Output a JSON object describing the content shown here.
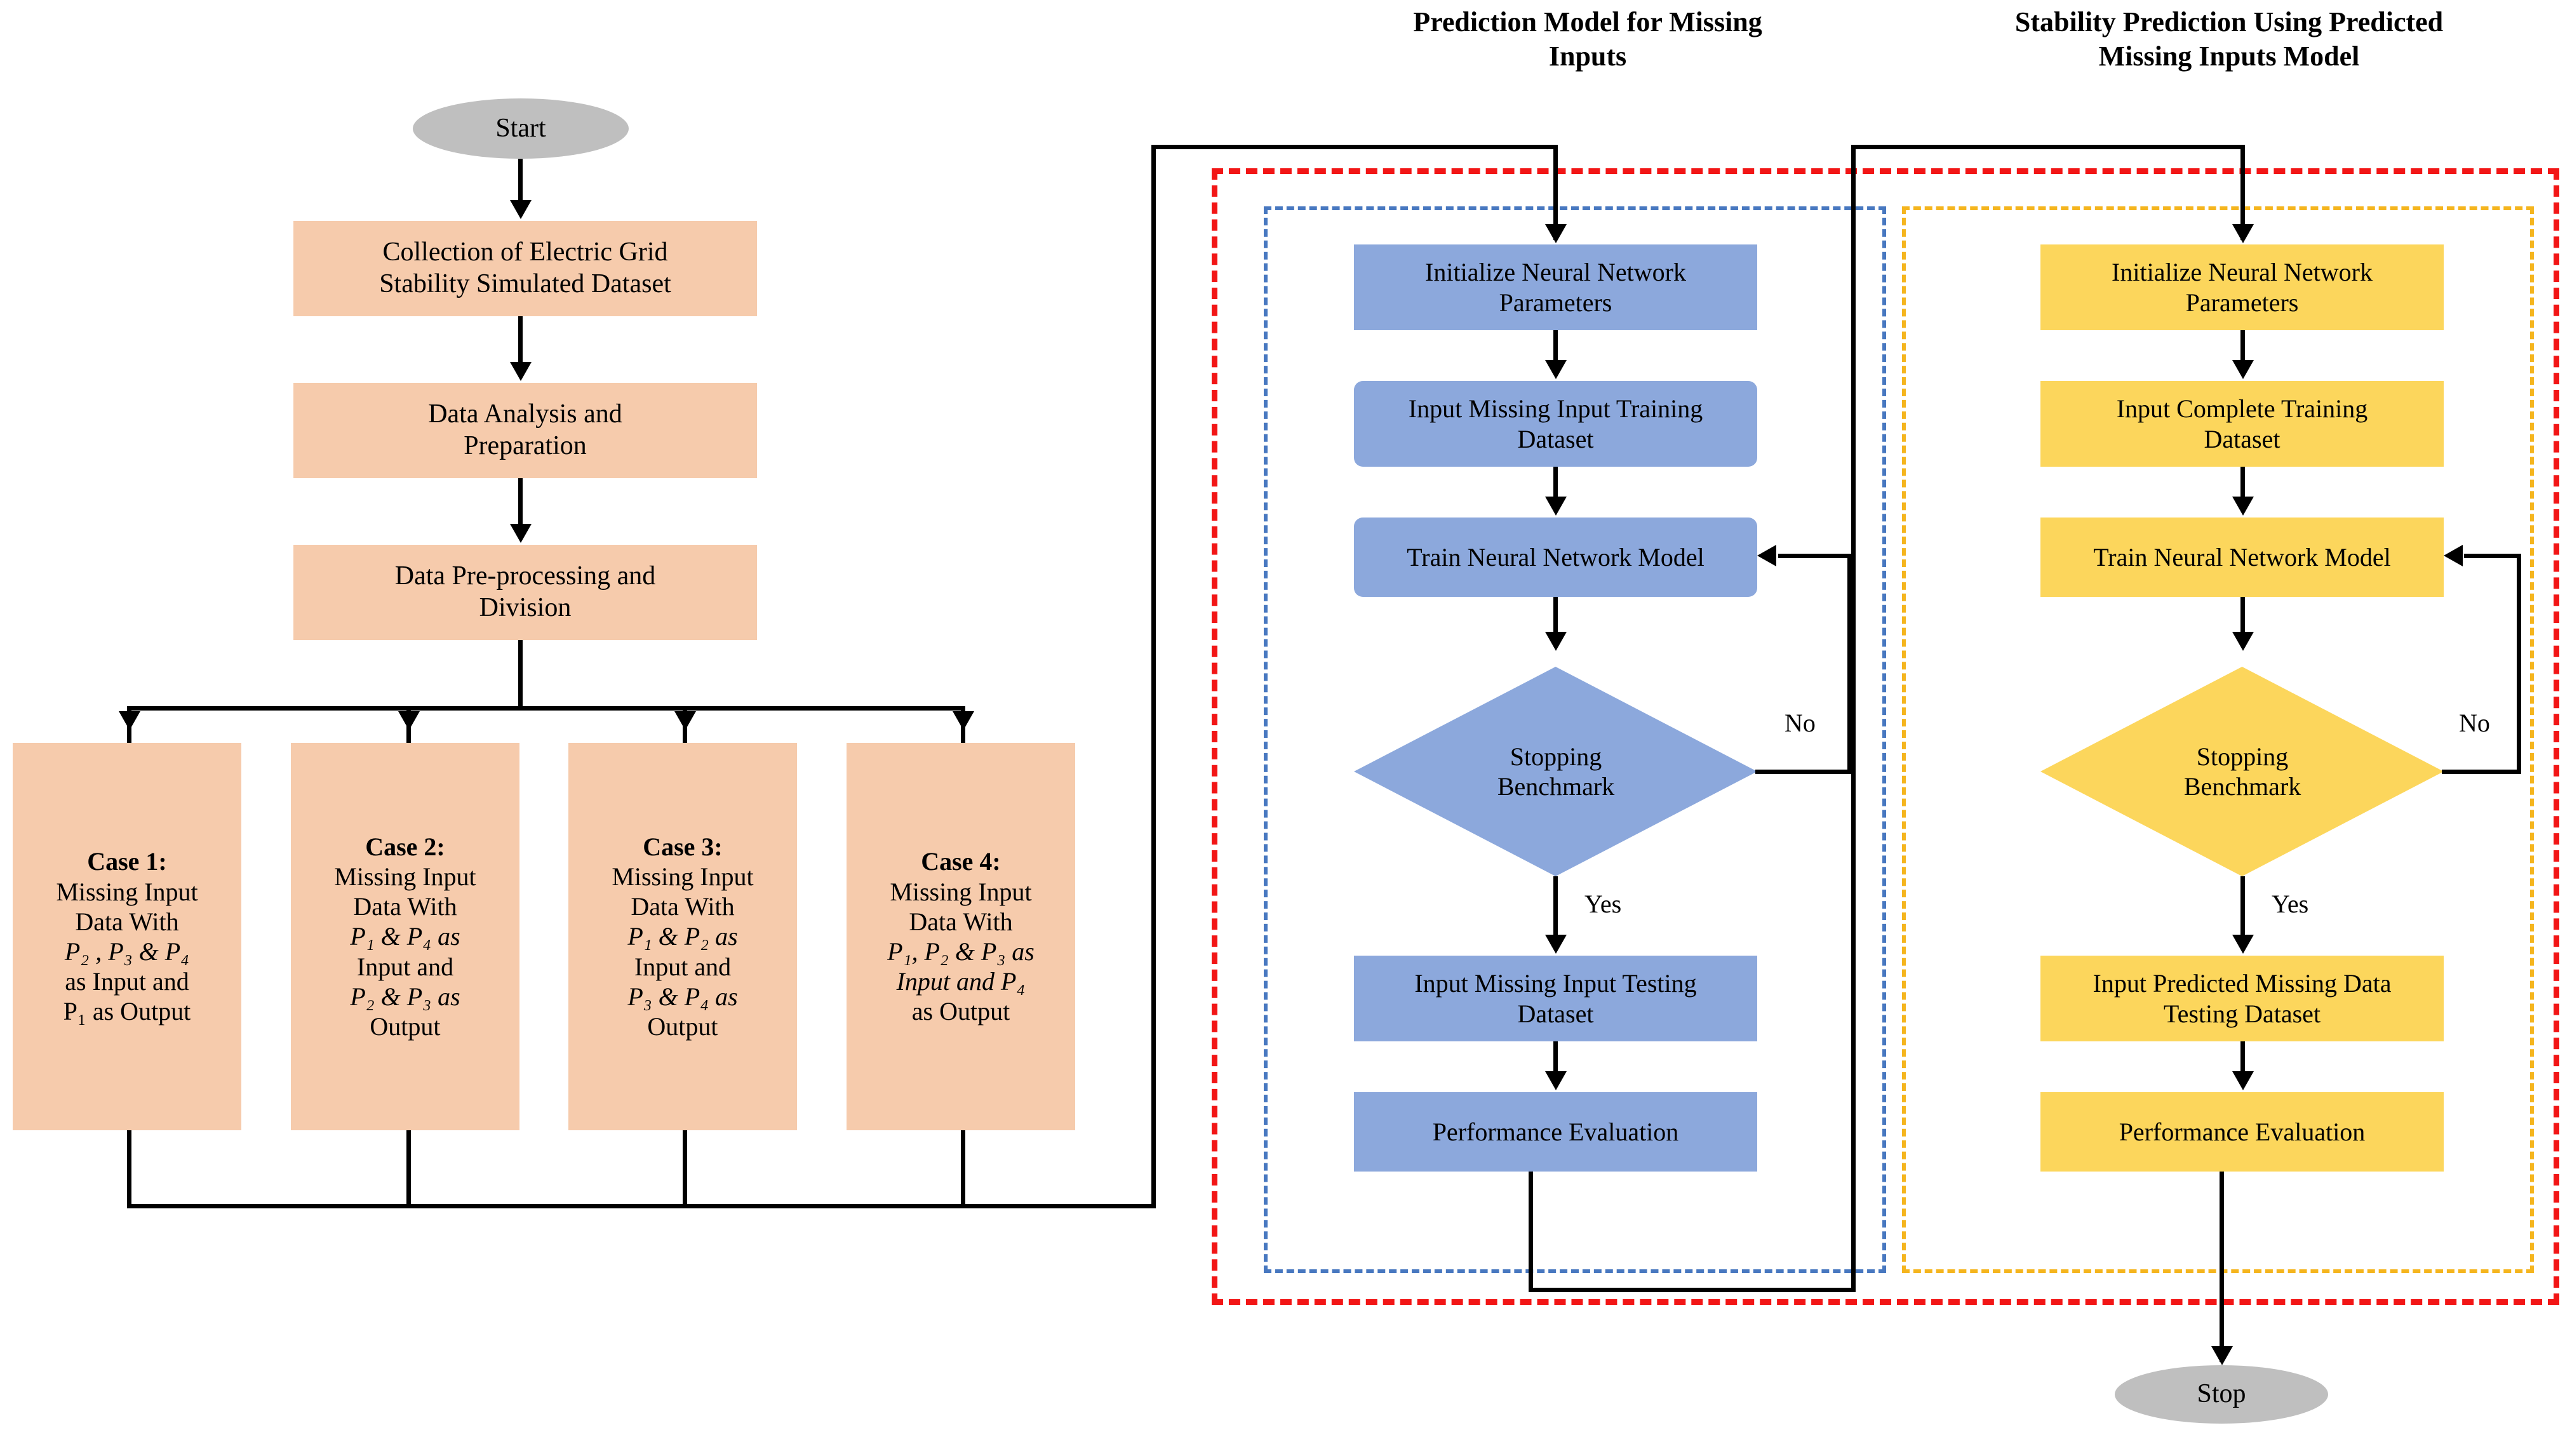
{
  "diagram": {
    "titles": {
      "panel_blue": "Prediction Model for Missing Inputs",
      "panel_blue_line1": "Prediction Model for Missing",
      "panel_blue_line2": "Inputs",
      "panel_yellow": "Stability Prediction Using Predicted Missing Inputs Model",
      "panel_yellow_line1": "Stability Prediction Using Predicted",
      "panel_yellow_line2": "Missing Inputs Model"
    },
    "terminals": {
      "start": "Start",
      "stop": "Stop"
    },
    "left_flow": [
      {
        "id": "collection",
        "line1": "Collection of Electric Grid",
        "line2": "Stability Simulated Dataset"
      },
      {
        "id": "analysis",
        "line1": "Data Analysis and",
        "line2": "Preparation"
      },
      {
        "id": "preproc",
        "line1": "Data Pre-processing and",
        "line2": "Division"
      }
    ],
    "cases": [
      {
        "id": "case-1",
        "heading": "Case 1:",
        "lines": [
          "Missing Input",
          "Data With",
          "P2 , P3 & P4",
          "as Input and",
          "P1 as Output"
        ],
        "formula_lines": [
          {
            "text": "Missing Input",
            "math": false
          },
          {
            "text": "Data With",
            "math": false
          },
          {
            "text": "P₂ ,  P₃ & P₄",
            "math": true
          },
          {
            "text": "as Input and",
            "math": false
          },
          {
            "text": "P₁ as Output",
            "math": true
          }
        ]
      },
      {
        "id": "case-2",
        "heading": "Case 2:",
        "lines": [
          "Missing Input",
          "Data With",
          "P1 & P4 as",
          "Input and",
          "P2 & P3 as",
          "Output"
        ],
        "formula_lines": [
          {
            "text": "Missing Input",
            "math": false
          },
          {
            "text": "Data With",
            "math": false
          },
          {
            "text": "P₁ & P₄ as",
            "math": true
          },
          {
            "text": "Input and",
            "math": false
          },
          {
            "text": "P₂ & P₃ as",
            "math": true
          },
          {
            "text": "Output",
            "math": false
          }
        ]
      },
      {
        "id": "case-3",
        "heading": "Case 3:",
        "lines": [
          "Missing Input",
          "Data With",
          "P1 & P2 as",
          "Input and",
          "P3 & P4 as",
          "Output"
        ],
        "formula_lines": [
          {
            "text": "Missing Input",
            "math": false
          },
          {
            "text": "Data With",
            "math": false
          },
          {
            "text": "P₁ & P₂ as",
            "math": true
          },
          {
            "text": "Input and",
            "math": false
          },
          {
            "text": "P₃ & P₄ as",
            "math": true
          },
          {
            "text": "Output",
            "math": false
          }
        ]
      },
      {
        "id": "case-4",
        "heading": "Case 4:",
        "lines": [
          "Missing Input",
          "Data With",
          "P1, P2 & P3 as",
          "Input and P4",
          "as Output"
        ],
        "formula_lines": [
          {
            "text": "Missing Input",
            "math": false
          },
          {
            "text": "Data With",
            "math": false
          },
          {
            "text": "P₁, P₂ & P₃ as",
            "math": true
          },
          {
            "text": "Input and P₄",
            "math": true
          },
          {
            "text": "as Output",
            "math": false
          }
        ]
      }
    ],
    "blue_flow": {
      "init_l1": "Initialize Neural Network",
      "init_l2": "Parameters",
      "train_input_l1": "Input Missing Input Training",
      "train_input_l2": "Dataset",
      "train_model": "Train Neural Network Model",
      "decision_l1": "Stopping",
      "decision_l2": "Benchmark",
      "decision_no": "No",
      "decision_yes": "Yes",
      "test_input_l1": "Input Missing Input Testing",
      "test_input_l2": "Dataset",
      "evaluation": "Performance Evaluation"
    },
    "yellow_flow": {
      "init_l1": "Initialize Neural Network",
      "init_l2": "Parameters",
      "train_input_l1": "Input Complete Training",
      "train_input_l2": "Dataset",
      "train_model": "Train Neural Network Model",
      "decision_l1": "Stopping",
      "decision_l2": "Benchmark",
      "decision_no": "No",
      "decision_yes": "Yes",
      "test_input_l1": "Input Predicted Missing Data",
      "test_input_l2": "Testing Dataset",
      "evaluation": "Performance Evaluation"
    },
    "colors": {
      "peach": "#F6CBAC",
      "blue": "#8CA8DC",
      "yellow": "#FCD65C",
      "gray": "#BFBFBF",
      "red_dash": "#F21616",
      "blue_dash": "#4878C0",
      "yellow_dash": "#F5B51E",
      "connector": "#000000"
    }
  }
}
